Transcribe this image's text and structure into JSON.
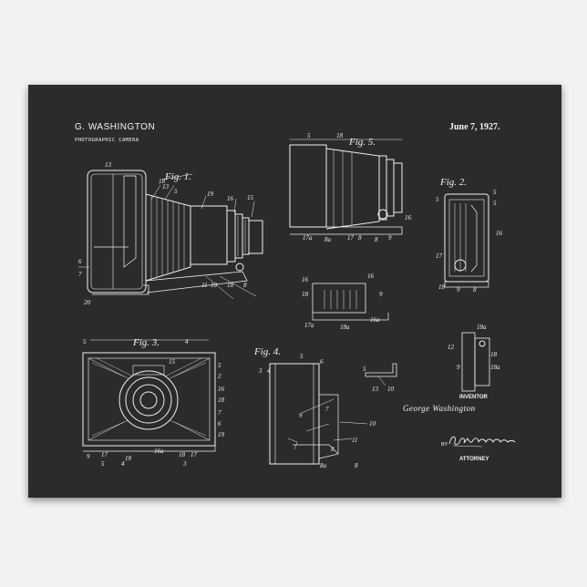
{
  "header": {
    "inventor_name": "G. WASHINGTON",
    "patent_title": "PHOTOGRAPHIC CAMERA",
    "date": "June 7, 1927."
  },
  "signature_block": {
    "inventor_label": "INVENTOR",
    "inventor_signature": "George Washington",
    "by_label": "BY",
    "attorney_label": "ATTORNEY"
  },
  "figures": [
    {
      "label": "Fig. 1.",
      "subject": "camera-side-section"
    },
    {
      "label": "Fig. 2.",
      "subject": "lens-mount-side"
    },
    {
      "label": "Fig. 3.",
      "subject": "camera-front"
    },
    {
      "label": "Fig. 4.",
      "subject": "body-section"
    },
    {
      "label": "Fig. 5.",
      "subject": "lens-extended"
    }
  ],
  "colors": {
    "poster_background": "#2b2b2b",
    "line_art": "#f4f4f4",
    "page_background": "#f2f2f2"
  }
}
